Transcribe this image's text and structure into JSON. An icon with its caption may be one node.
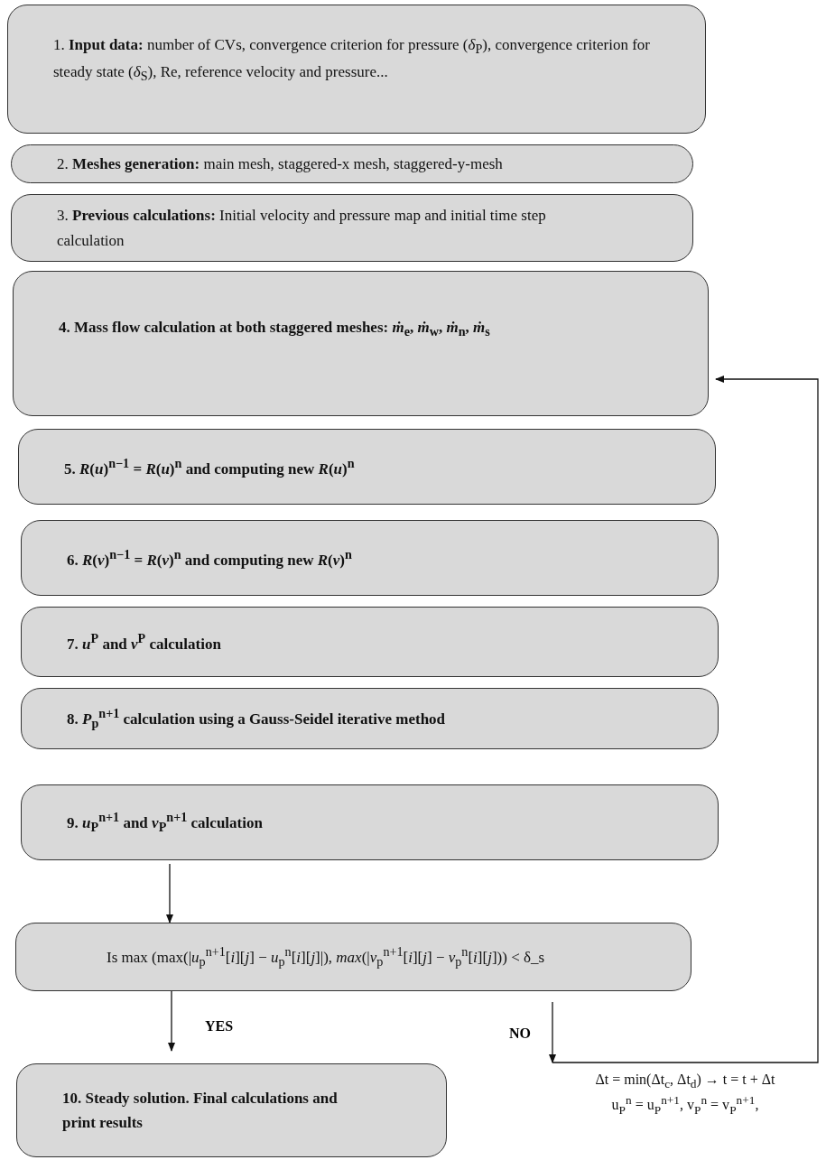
{
  "diagram": {
    "nodes": [
      {
        "text": [
          "1. **Input data:** number of CVs, convergence criterion for pressure (*δ*$_{P}$), convergence criterion for steady state (*δ*$_{S}$), Re, reference velocity and pressure..."
        ]
      },
      {
        "text": [
          "2. **Meshes generation:** main mesh, staggered-x mesh, staggered-y-mesh"
        ]
      },
      {
        "text": [
          "3. **Previous calculations:** Initial velocity and pressure map and initial time step calculation"
        ]
      },
      {
        "text": [
          "4. Mass flow calculation at both staggered meshes: *ṁ*$_{e}$, *ṁ*$_{w}$, *ṁ*$_{n}$, *ṁ*$_{s}$"
        ]
      },
      {
        "text": [
          "5. *R*(*u*)$^{n−1}$ = *R*(*u*)$^{n}$ and computing new *R*(*u*)$^{n}$"
        ]
      },
      {
        "text": [
          "6. *R*(*v*)$^{n−1}$ = *R*(*v*)$^{n}$ and computing new *R*(*v*)$^{n}$"
        ]
      },
      {
        "text": [
          "7. *u*$^{P}$ and *v*$^{P}$ calculation"
        ]
      },
      {
        "text": [
          "8. *P*$_{p}$$^{n+1}$ calculation using a Gauss-Seidel iterative method"
        ]
      },
      {
        "text": [
          "9. *u*$_{P}$$^{n+1}$ and *v*$_{P}$$^{n+1}$ calculation"
        ]
      },
      {
        "text": [
          "Is max (max(|*u*$_{p}$$^{n+1}$[*i*][*j*] − *u*$_{p}$$^{n}$[*i*][*j*]|), *max*(|*v*$_{p}$$^{n+1}$[*i*][*j*] − *v*$_{p}$$^{n}$[*i*][*j*])) < δ_s"
        ]
      },
      {
        "text": [
          "10. Steady solution. Final calculations and print results"
        ]
      },
      {
        "text": [
          "Δt = min(Δt$_{c}$, Δt$_{d}$) → t = t + Δt",
          "u$_{P}$$^{n}$ = u$_{P}$$^{n+1}$, v$_{P}$$^{n}$ = v$_{P}$$^{n+1}$,"
        ]
      }
    ],
    "edges": [
      {
        "from": 8,
        "to": 9,
        "arrow": "to"
      },
      {
        "from": 9,
        "to": 10,
        "arrow": "to",
        "label": "YES"
      },
      {
        "from": 9,
        "to": 11,
        "arrow": "to",
        "label": "NO"
      },
      {
        "from": 11,
        "to": 3,
        "arrow": "to"
      }
    ]
  }
}
